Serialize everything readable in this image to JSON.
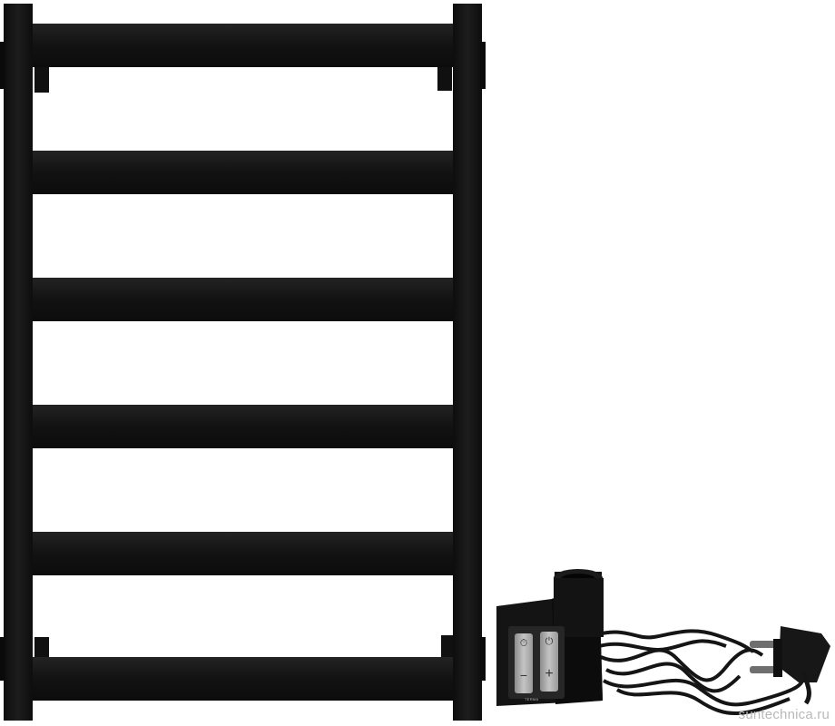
{
  "product": {
    "name": "black ladder towel rail with electric heating element",
    "rung_count": 6,
    "colors": {
      "frame": "#141414",
      "frame_highlight": "#2a2a2a",
      "panel": "#b8b8b8",
      "panel_dark": "#8c8c8c",
      "background": "#ffffff"
    }
  },
  "heater": {
    "brand_mark": "TERMA",
    "buttons": [
      {
        "symbol": "⏱",
        "icon": "timer-icon"
      },
      {
        "symbol": "⏻",
        "icon": "power-icon"
      },
      {
        "symbol": "−",
        "icon": "minus-icon"
      },
      {
        "symbol": "+",
        "icon": "plus-icon"
      }
    ]
  },
  "watermark": {
    "text": "suntechnica.ru"
  }
}
